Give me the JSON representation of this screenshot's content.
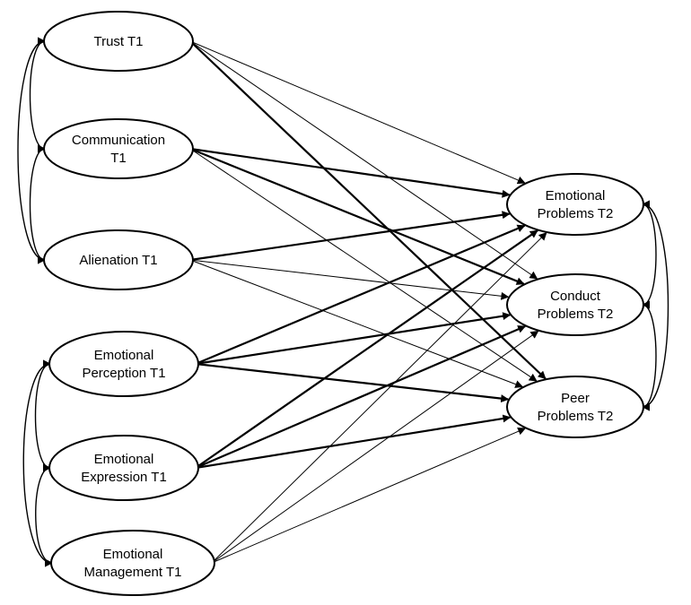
{
  "nodes": [
    {
      "id": "trust",
      "lines": [
        "Trust T1"
      ]
    },
    {
      "id": "communication",
      "lines": [
        "Communication",
        "T1"
      ]
    },
    {
      "id": "alienation",
      "lines": [
        "Alienation T1"
      ]
    },
    {
      "id": "perception",
      "lines": [
        "Emotional",
        "Perception T1"
      ]
    },
    {
      "id": "expression",
      "lines": [
        "Emotional",
        "Expression T1"
      ]
    },
    {
      "id": "management",
      "lines": [
        "Emotional",
        "Management T1"
      ]
    },
    {
      "id": "emotional",
      "lines": [
        "Emotional",
        "Problems T2"
      ]
    },
    {
      "id": "conduct",
      "lines": [
        "Conduct",
        "Problems T2"
      ]
    },
    {
      "id": "peer",
      "lines": [
        "Peer",
        "Problems T2"
      ]
    }
  ],
  "edges": [
    {
      "from": "trust",
      "to": "emotional",
      "weight": "thin"
    },
    {
      "from": "trust",
      "to": "conduct",
      "weight": "thin"
    },
    {
      "from": "trust",
      "to": "peer",
      "weight": "thick"
    },
    {
      "from": "communication",
      "to": "emotional",
      "weight": "thick"
    },
    {
      "from": "communication",
      "to": "conduct",
      "weight": "thick"
    },
    {
      "from": "communication",
      "to": "peer",
      "weight": "thin"
    },
    {
      "from": "alienation",
      "to": "emotional",
      "weight": "thick"
    },
    {
      "from": "alienation",
      "to": "conduct",
      "weight": "thin"
    },
    {
      "from": "alienation",
      "to": "peer",
      "weight": "thin"
    },
    {
      "from": "perception",
      "to": "emotional",
      "weight": "thick"
    },
    {
      "from": "perception",
      "to": "conduct",
      "weight": "thick"
    },
    {
      "from": "perception",
      "to": "peer",
      "weight": "thick"
    },
    {
      "from": "expression",
      "to": "emotional",
      "weight": "thick"
    },
    {
      "from": "expression",
      "to": "conduct",
      "weight": "thick"
    },
    {
      "from": "expression",
      "to": "peer",
      "weight": "thick"
    },
    {
      "from": "management",
      "to": "emotional",
      "weight": "thin"
    },
    {
      "from": "management",
      "to": "conduct",
      "weight": "thin"
    },
    {
      "from": "management",
      "to": "peer",
      "weight": "thin"
    }
  ],
  "covariances": [
    {
      "a": "trust",
      "b": "communication",
      "side": "left"
    },
    {
      "a": "communication",
      "b": "alienation",
      "side": "left"
    },
    {
      "a": "trust",
      "b": "alienation",
      "side": "left"
    },
    {
      "a": "perception",
      "b": "expression",
      "side": "left"
    },
    {
      "a": "expression",
      "b": "management",
      "side": "left"
    },
    {
      "a": "perception",
      "b": "management",
      "side": "left"
    },
    {
      "a": "emotional",
      "b": "conduct",
      "side": "right"
    },
    {
      "a": "conduct",
      "b": "peer",
      "side": "right"
    },
    {
      "a": "emotional",
      "b": "peer",
      "side": "right"
    }
  ]
}
